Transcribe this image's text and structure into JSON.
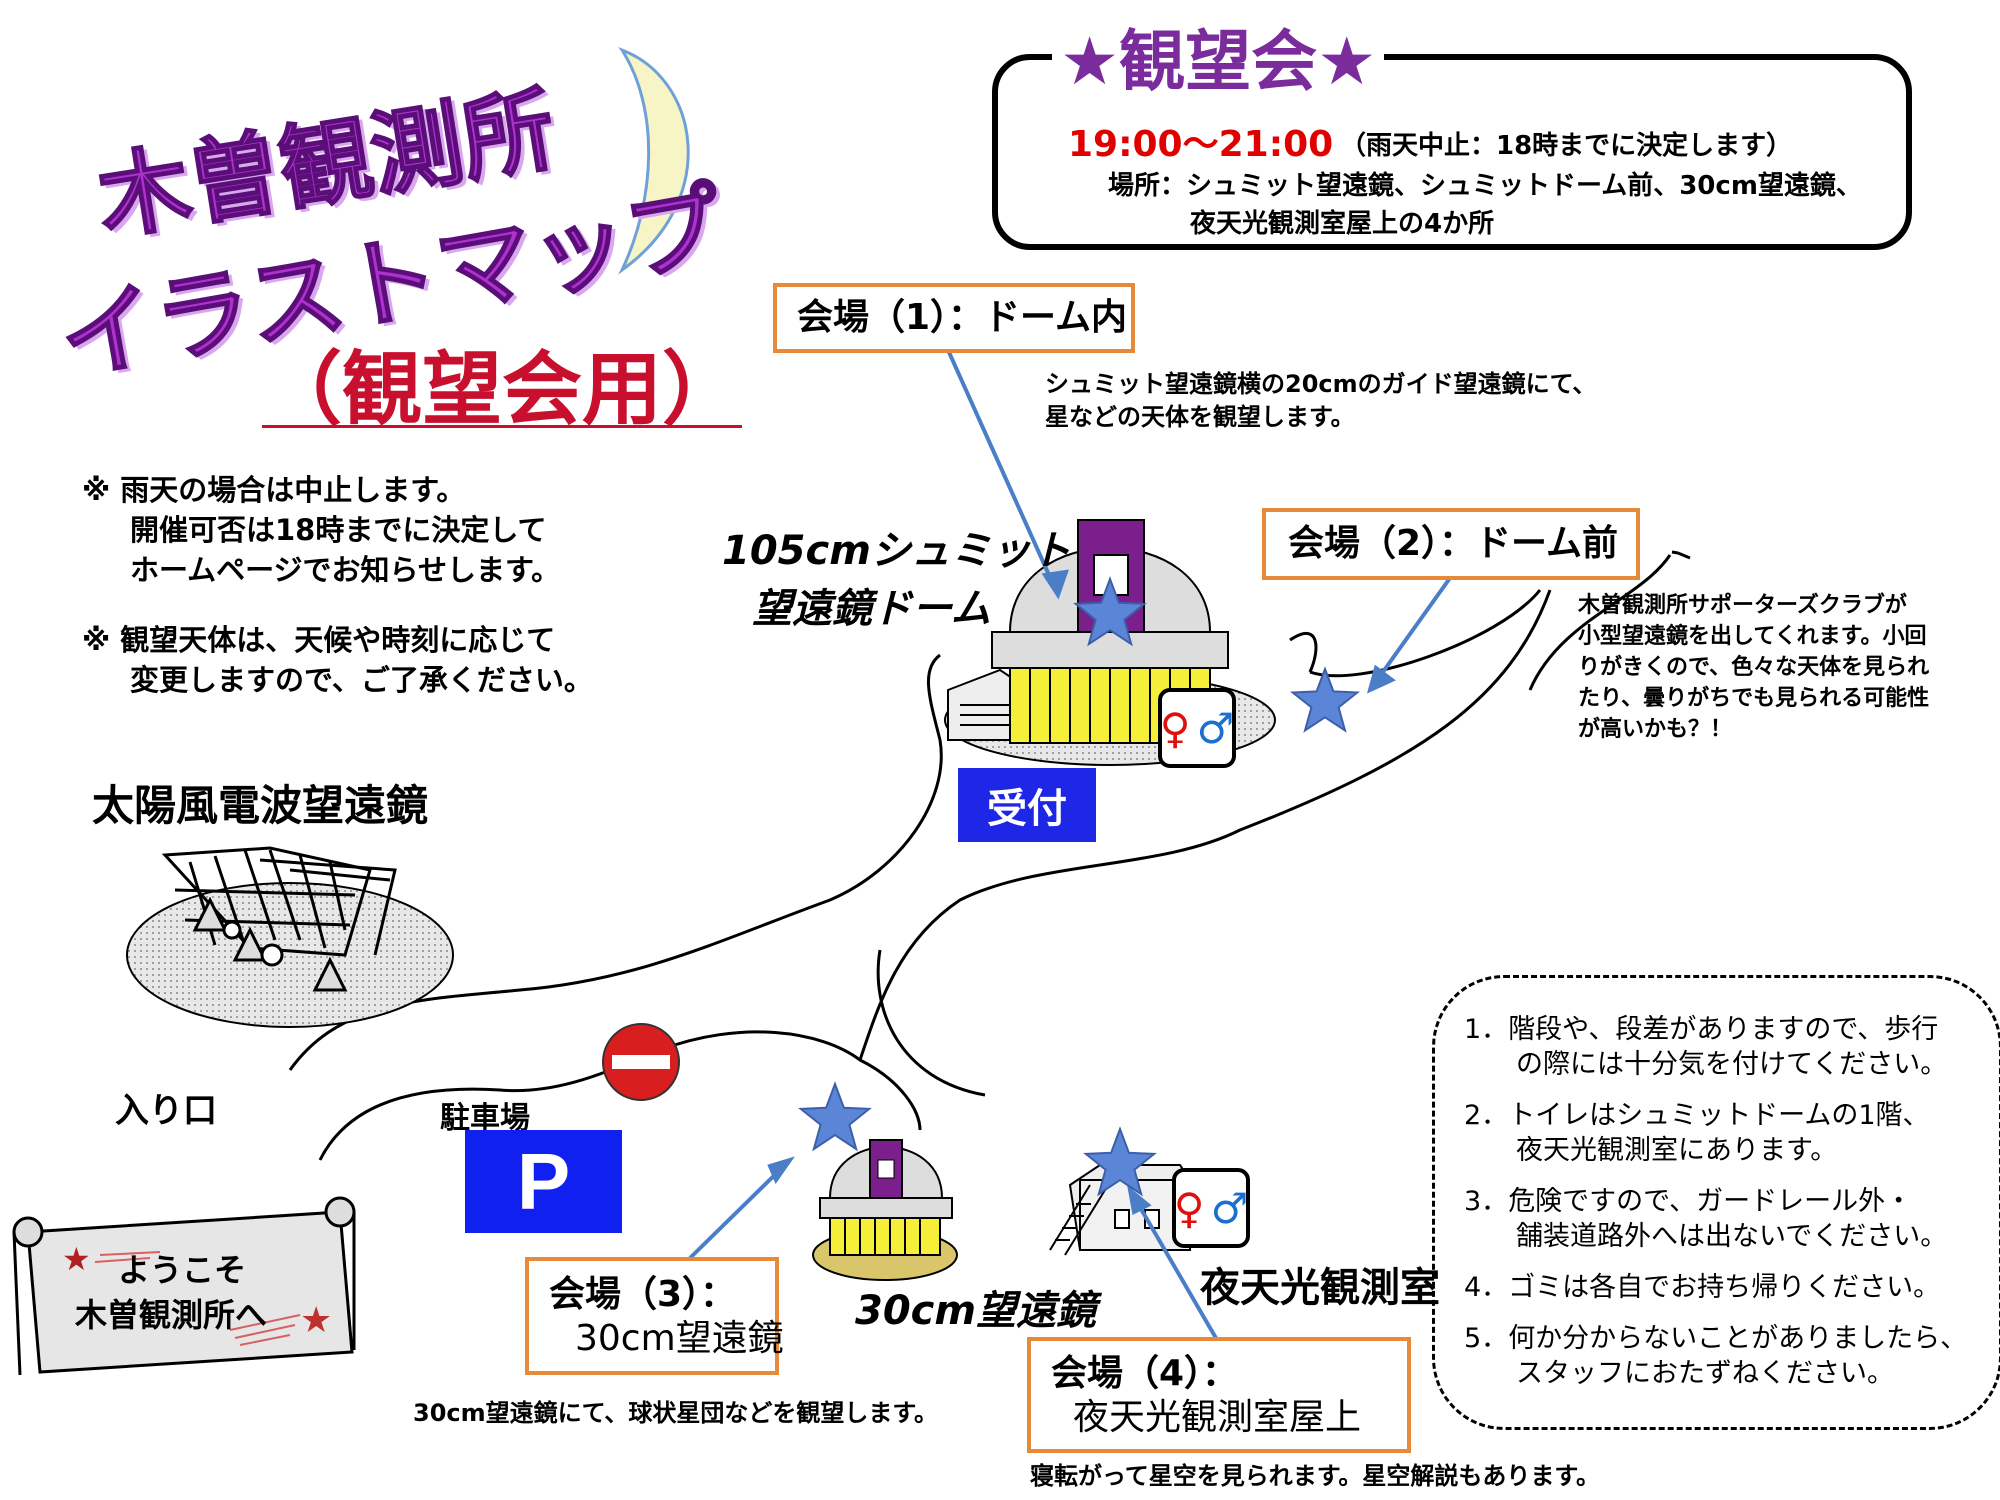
{
  "title": {
    "line1": "木曽観測所",
    "line2": "イラストマップ",
    "subtitle": "（観望会用）"
  },
  "notices": [
    {
      "line1": "※ 雨天の場合は中止します。",
      "line2": "開催可否は18時までに決定して",
      "line3": "ホームページでお知らせします。"
    },
    {
      "line1": "※ 観望天体は、天候や時刻に応じて",
      "line2": "変更しますので、ご了承ください。"
    }
  ],
  "event": {
    "title": "★観望会★",
    "time": "19:00～21:00",
    "note": "（雨天中止：18時までに決定します）",
    "place_line1": "場所：シュミット望遠鏡、シュミットドーム前、30cm望遠鏡、",
    "place_line2": "夜天光観測室屋上の4か所"
  },
  "venues": {
    "v1": {
      "line1": "会場（1）：ドーム内",
      "desc_line1": "シュミット望遠鏡横の20cmのガイド望遠鏡にて、",
      "desc_line2": "星などの天体を観望します。"
    },
    "v2": {
      "line1": "会場（2）：ドーム前",
      "desc_line1": "木曽観測所サポーターズクラブが",
      "desc_line2": "小型望遠鏡を出してくれます。小回",
      "desc_line3": "りがきくので、色々な天体を見られ",
      "desc_line4": "たり、曇りがちでも見られる可能性",
      "desc_line5": "が高いかも？！"
    },
    "v3": {
      "line1": "会場（3）：",
      "line2": "30cm望遠鏡",
      "desc": "30cm望遠鏡にて、球状星団などを観望します。"
    },
    "v4": {
      "line1": "会場（4）：",
      "line2": "夜天光観測室屋上",
      "desc": "寝転がって星空を見られます。星空解説もあります。"
    }
  },
  "labels": {
    "schmidt_line1": "105cmシュミット",
    "schmidt_line2": "望遠鏡ドーム",
    "solar": "太陽風電波望遠鏡",
    "entrance": "入り口",
    "parking_label": "駐車場",
    "parking_sign": "P",
    "reception": "受付",
    "telescope30": "30cm望遠鏡",
    "night_sky": "夜天光観測室"
  },
  "welcome": {
    "line1": "ようこそ",
    "line2": "木曽観測所へ"
  },
  "rules": [
    {
      "num": "1．",
      "line1": "階段や、段差がありますので、歩行",
      "line2": "の際には十分気を付けてください。"
    },
    {
      "num": "2．",
      "line1": "トイレはシュミットドームの1階、",
      "line2": "夜天光観測室にあります。"
    },
    {
      "num": "3．",
      "line1": "危険ですので、ガードレール外・",
      "line2": "舗装道路外へは出ないでください。"
    },
    {
      "num": "4．",
      "line1": "ゴミは各自でお持ち帰りください。",
      "line2": ""
    },
    {
      "num": "5．",
      "line1": "何か分からないことがありましたら、",
      "line2": "スタッフにおたずねください。"
    }
  ],
  "icons": {
    "toilet": "restroom-icon",
    "star": "star-icon",
    "no_entry": "no-entry-icon",
    "moon": "crescent-moon-icon"
  },
  "colors": {
    "title_purple": "#b030d0",
    "subtitle_red": "#c8102e",
    "time_red": "#e00000",
    "venue_border": "#e68a3a",
    "reception_blue": "#1e27e6",
    "parking_blue": "#1020f0",
    "star_blue": "#5b86d8",
    "arrow_blue": "#4a7fc8",
    "dome_yellow": "#f6ef3a",
    "slit_purple": "#7a1f8c",
    "moon_yellow": "#f7f5c6"
  }
}
